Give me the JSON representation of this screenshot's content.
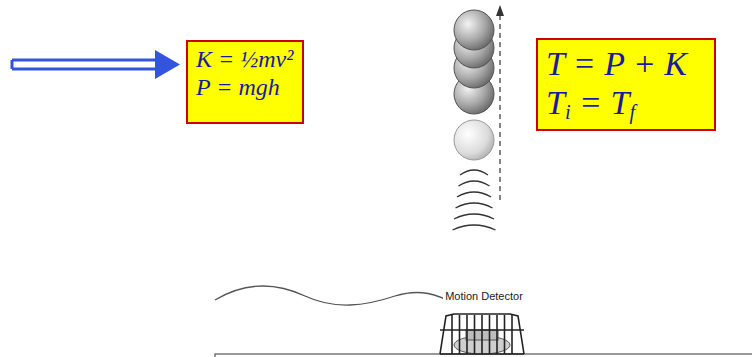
{
  "diagram": {
    "nodes": [
      {
        "text": [
          "K = ½mv²",
          "P = mgh"
        ]
      },
      {
        "text": [
          "T = P + K",
          "Ti = Tf"
        ]
      }
    ],
    "labels": [
      "Motion Detector"
    ]
  }
}
